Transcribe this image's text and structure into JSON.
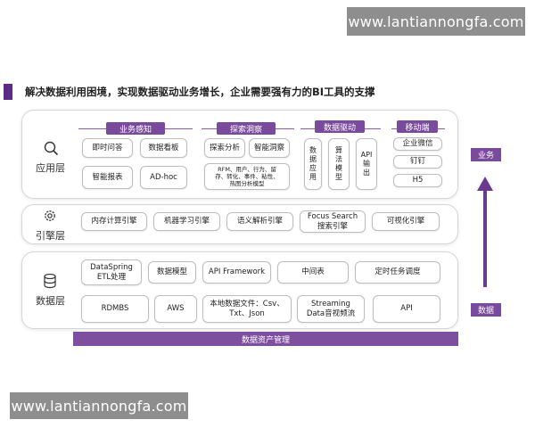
{
  "watermark": "www.lantiannongfa.com",
  "title": "解决数据利用困境，实现数据驱动业务增长，企业需要强有力的BI工具的支撑",
  "layers": {
    "app": {
      "label": "应用层",
      "icon": "search-icon",
      "groups": {
        "perception": {
          "header": "业务感知",
          "items": [
            "即时问答",
            "数据看板",
            "智能报表",
            "AD-hoc"
          ]
        },
        "explore": {
          "header": "探索洞察",
          "items": [
            "探索分析",
            "智能洞察",
            "RFM、用户、行为、留\n存、转化、事件、粘性、\n热图分析模型"
          ]
        },
        "driven": {
          "header": "数据驱动",
          "items": [
            "数\n据\n应\n用",
            "算\n法\n模\n型",
            "API\n输\n出"
          ]
        },
        "mobile": {
          "header": "移动端",
          "items": [
            "企业微信",
            "钉钉",
            "H5"
          ]
        }
      }
    },
    "engine": {
      "label": "引擎层",
      "icon": "gear-icon",
      "items": [
        "内存计算引擎",
        "机器学习引擎",
        "语义解析引擎",
        "Focus Search\n搜索引擎",
        "可视化引擎"
      ]
    },
    "data": {
      "label": "数据层",
      "icon": "database-icon",
      "row1": [
        "DataSpring\nETL处理",
        "数据模型",
        "API Framework",
        "中间表",
        "定时任务调度"
      ],
      "row2": [
        "RDMBS",
        "AWS",
        "本地数据文件：Csv、\nTxt、Json",
        "Streaming\nData音视频流",
        "API"
      ]
    }
  },
  "asset_bar": "数据资产管理",
  "side": {
    "top": "业务",
    "bottom": "数据"
  },
  "colors": {
    "purple": "#7a4a9c",
    "dark_purple": "#5d2a87",
    "watermark": "#8e8e8e"
  }
}
